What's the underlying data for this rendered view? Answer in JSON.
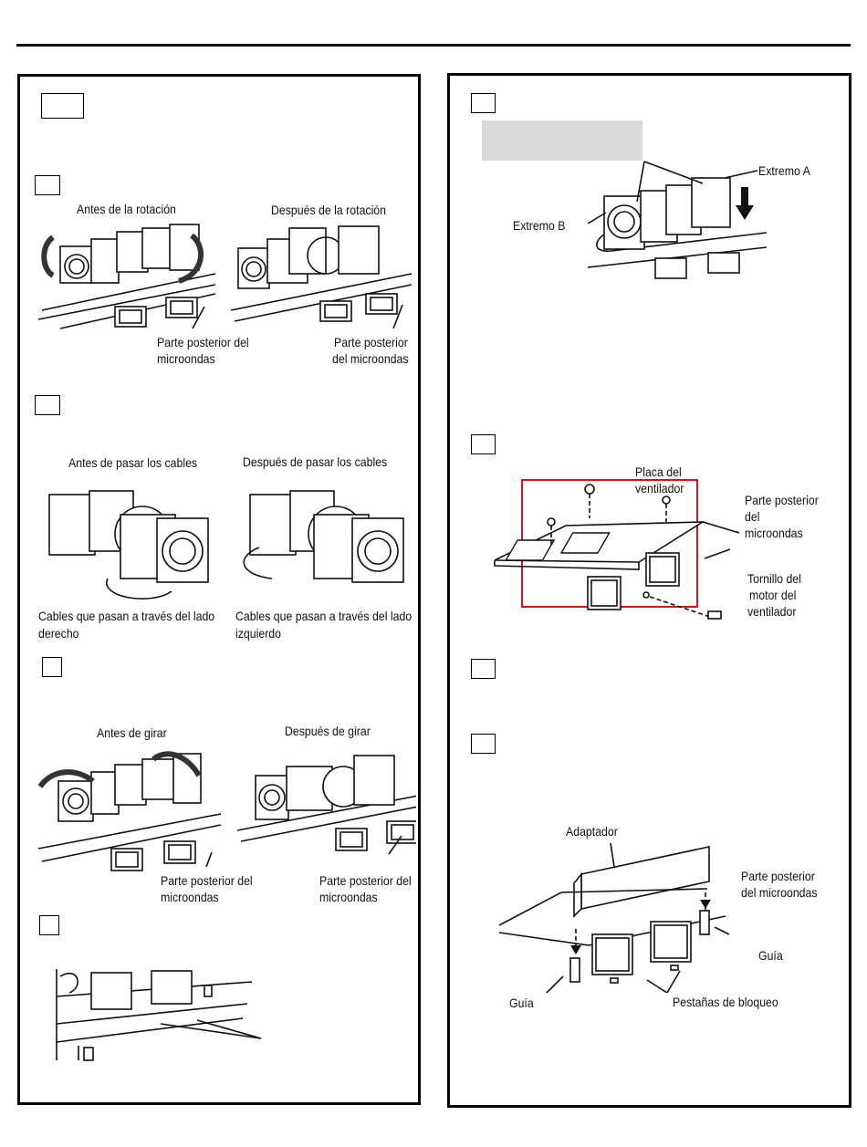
{
  "left_panel": {
    "figure1": {
      "label_before": "Antes de la rotación",
      "label_after": "Después de la rotación",
      "label_rear_left": "Parte posterior del\nmicroondas",
      "label_rear_right_line1": "Parte posterior",
      "label_rear_right_line2": "del microondas"
    },
    "figure2": {
      "label_before": "Antes de pasar los cables",
      "label_after": "Después de pasar los cables",
      "caption_left_line1": "Cables que pasan a través del lado",
      "caption_left_line2": "derecho",
      "caption_right_line1": "Cables que pasan a través del lado",
      "caption_right_line2": "izquierdo"
    },
    "figure3": {
      "label_before": "Antes de girar",
      "label_after": "Después de girar",
      "label_rear_left_line1": "Parte posterior del",
      "label_rear_left_line2": "microondas",
      "label_rear_right_line1": "Parte posterior del",
      "label_rear_right_line2": "microondas"
    }
  },
  "right_panel": {
    "figure1": {
      "label_end_a": "Extremo A",
      "label_end_b": "Extremo B"
    },
    "figure2": {
      "label_plate_line1": "Placa del",
      "label_plate_line2": "ventilador",
      "label_rear_line1": "Parte posterior",
      "label_rear_line2": "del",
      "label_rear_line3": "microondas",
      "label_screw_line1": "Tornillo del",
      "label_screw_line2": "motor del",
      "label_screw_line3": "ventilador",
      "highlight_color": "#d0151b"
    },
    "figure3": {
      "label_adapter": "Adaptador",
      "label_rear_line1": "Parte posterior",
      "label_rear_line2": "del microondas",
      "label_guide_right": "Guía",
      "label_guide_left": "Guía",
      "label_tabs": "Pestañas de bloqueo"
    }
  },
  "colors": {
    "rule": "#000000",
    "gray_block": "#d9d9d9",
    "highlight": "#d0151b"
  },
  "icons": [
    "fan-motor-illustration",
    "rotation-arrow-icon",
    "screw-icon",
    "down-arrow-icon"
  ]
}
